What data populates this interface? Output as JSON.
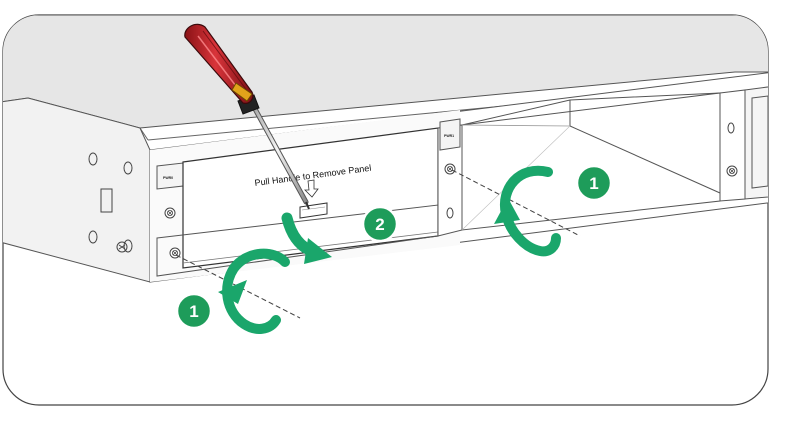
{
  "panel": {
    "instruction": "Pull Handle to Remove Panel",
    "left_slot_label": "PWR0",
    "right_slot_label": "PWR1"
  },
  "steps": [
    {
      "number": "1"
    },
    {
      "number": "2"
    },
    {
      "number": "1"
    }
  ],
  "colors": {
    "arrow_green": "#1aa66b",
    "badge_green": "#1e9c5a",
    "screwdriver_red": "#c0262b",
    "frame_stroke": "#555555"
  },
  "icons": [
    "screwdriver-icon",
    "rotate-counterclockwise-arrow",
    "pull-arrow",
    "captive-screw-icon"
  ]
}
